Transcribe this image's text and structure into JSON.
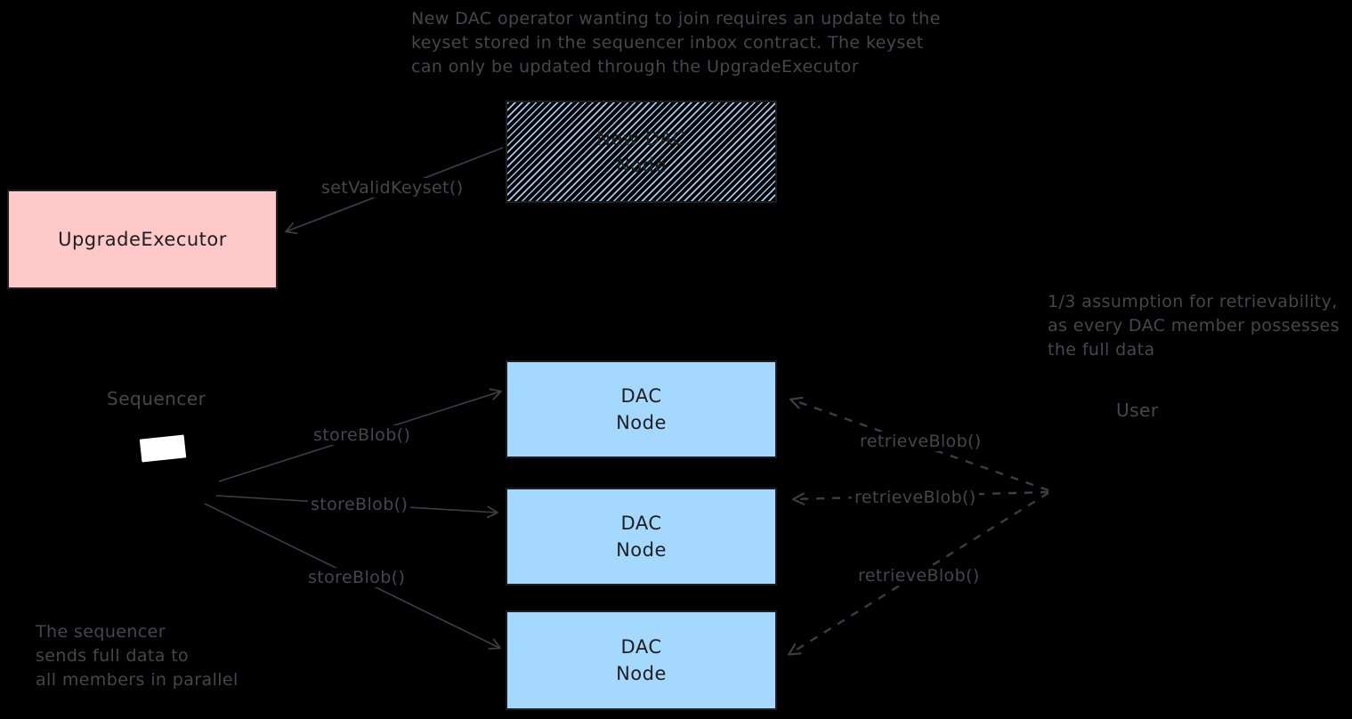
{
  "diagram": {
    "notes": {
      "keyset": {
        "lines": [
          "New DAC operator wanting to join requires an update to the",
          "keyset stored in the sequencer inbox contract. The keyset",
          "can only be updated through the UpgradeExecutor"
        ]
      },
      "retrievability": {
        "lines": [
          "1/3 assumption for retrievability,",
          "as every DAC member possesses",
          "the full data"
        ]
      },
      "parallel": {
        "lines": [
          "The sequencer",
          "sends full data to",
          "all members in parallel"
        ]
      }
    },
    "nodes": {
      "new_dac_node": {
        "lines": [
          "New DAC",
          "Node"
        ]
      },
      "upgrade_executor": {
        "label": "UpgradeExecutor"
      },
      "sequencer": {
        "label": "Sequencer"
      },
      "user": {
        "label": "User"
      },
      "dac_nodes": [
        {
          "lines": [
            "DAC",
            "Node"
          ]
        },
        {
          "lines": [
            "DAC",
            "Node"
          ]
        },
        {
          "lines": [
            "DAC",
            "Node"
          ]
        }
      ]
    },
    "edges": {
      "set_valid_keyset": {
        "label": "setValidKeyset()"
      },
      "store_blob": [
        {
          "label": "storeBlob()"
        },
        {
          "label": "storeBlob()"
        },
        {
          "label": "storeBlob()"
        }
      ],
      "retrieve_blob": [
        {
          "label": "retrieveBlob()"
        },
        {
          "label": "retrieveBlob()"
        },
        {
          "label": "retrieveBlob()"
        }
      ]
    },
    "colors": {
      "background": "#000000",
      "annotation_text": "#43484d",
      "arrow_stroke": "#3a3f44",
      "box_border": "#1e1e1e",
      "box_text": "#1e1e1e",
      "blue_fill": "#a5d8ff",
      "pink_fill": "#ffc9c9",
      "screen_white": "#ffffff"
    }
  }
}
